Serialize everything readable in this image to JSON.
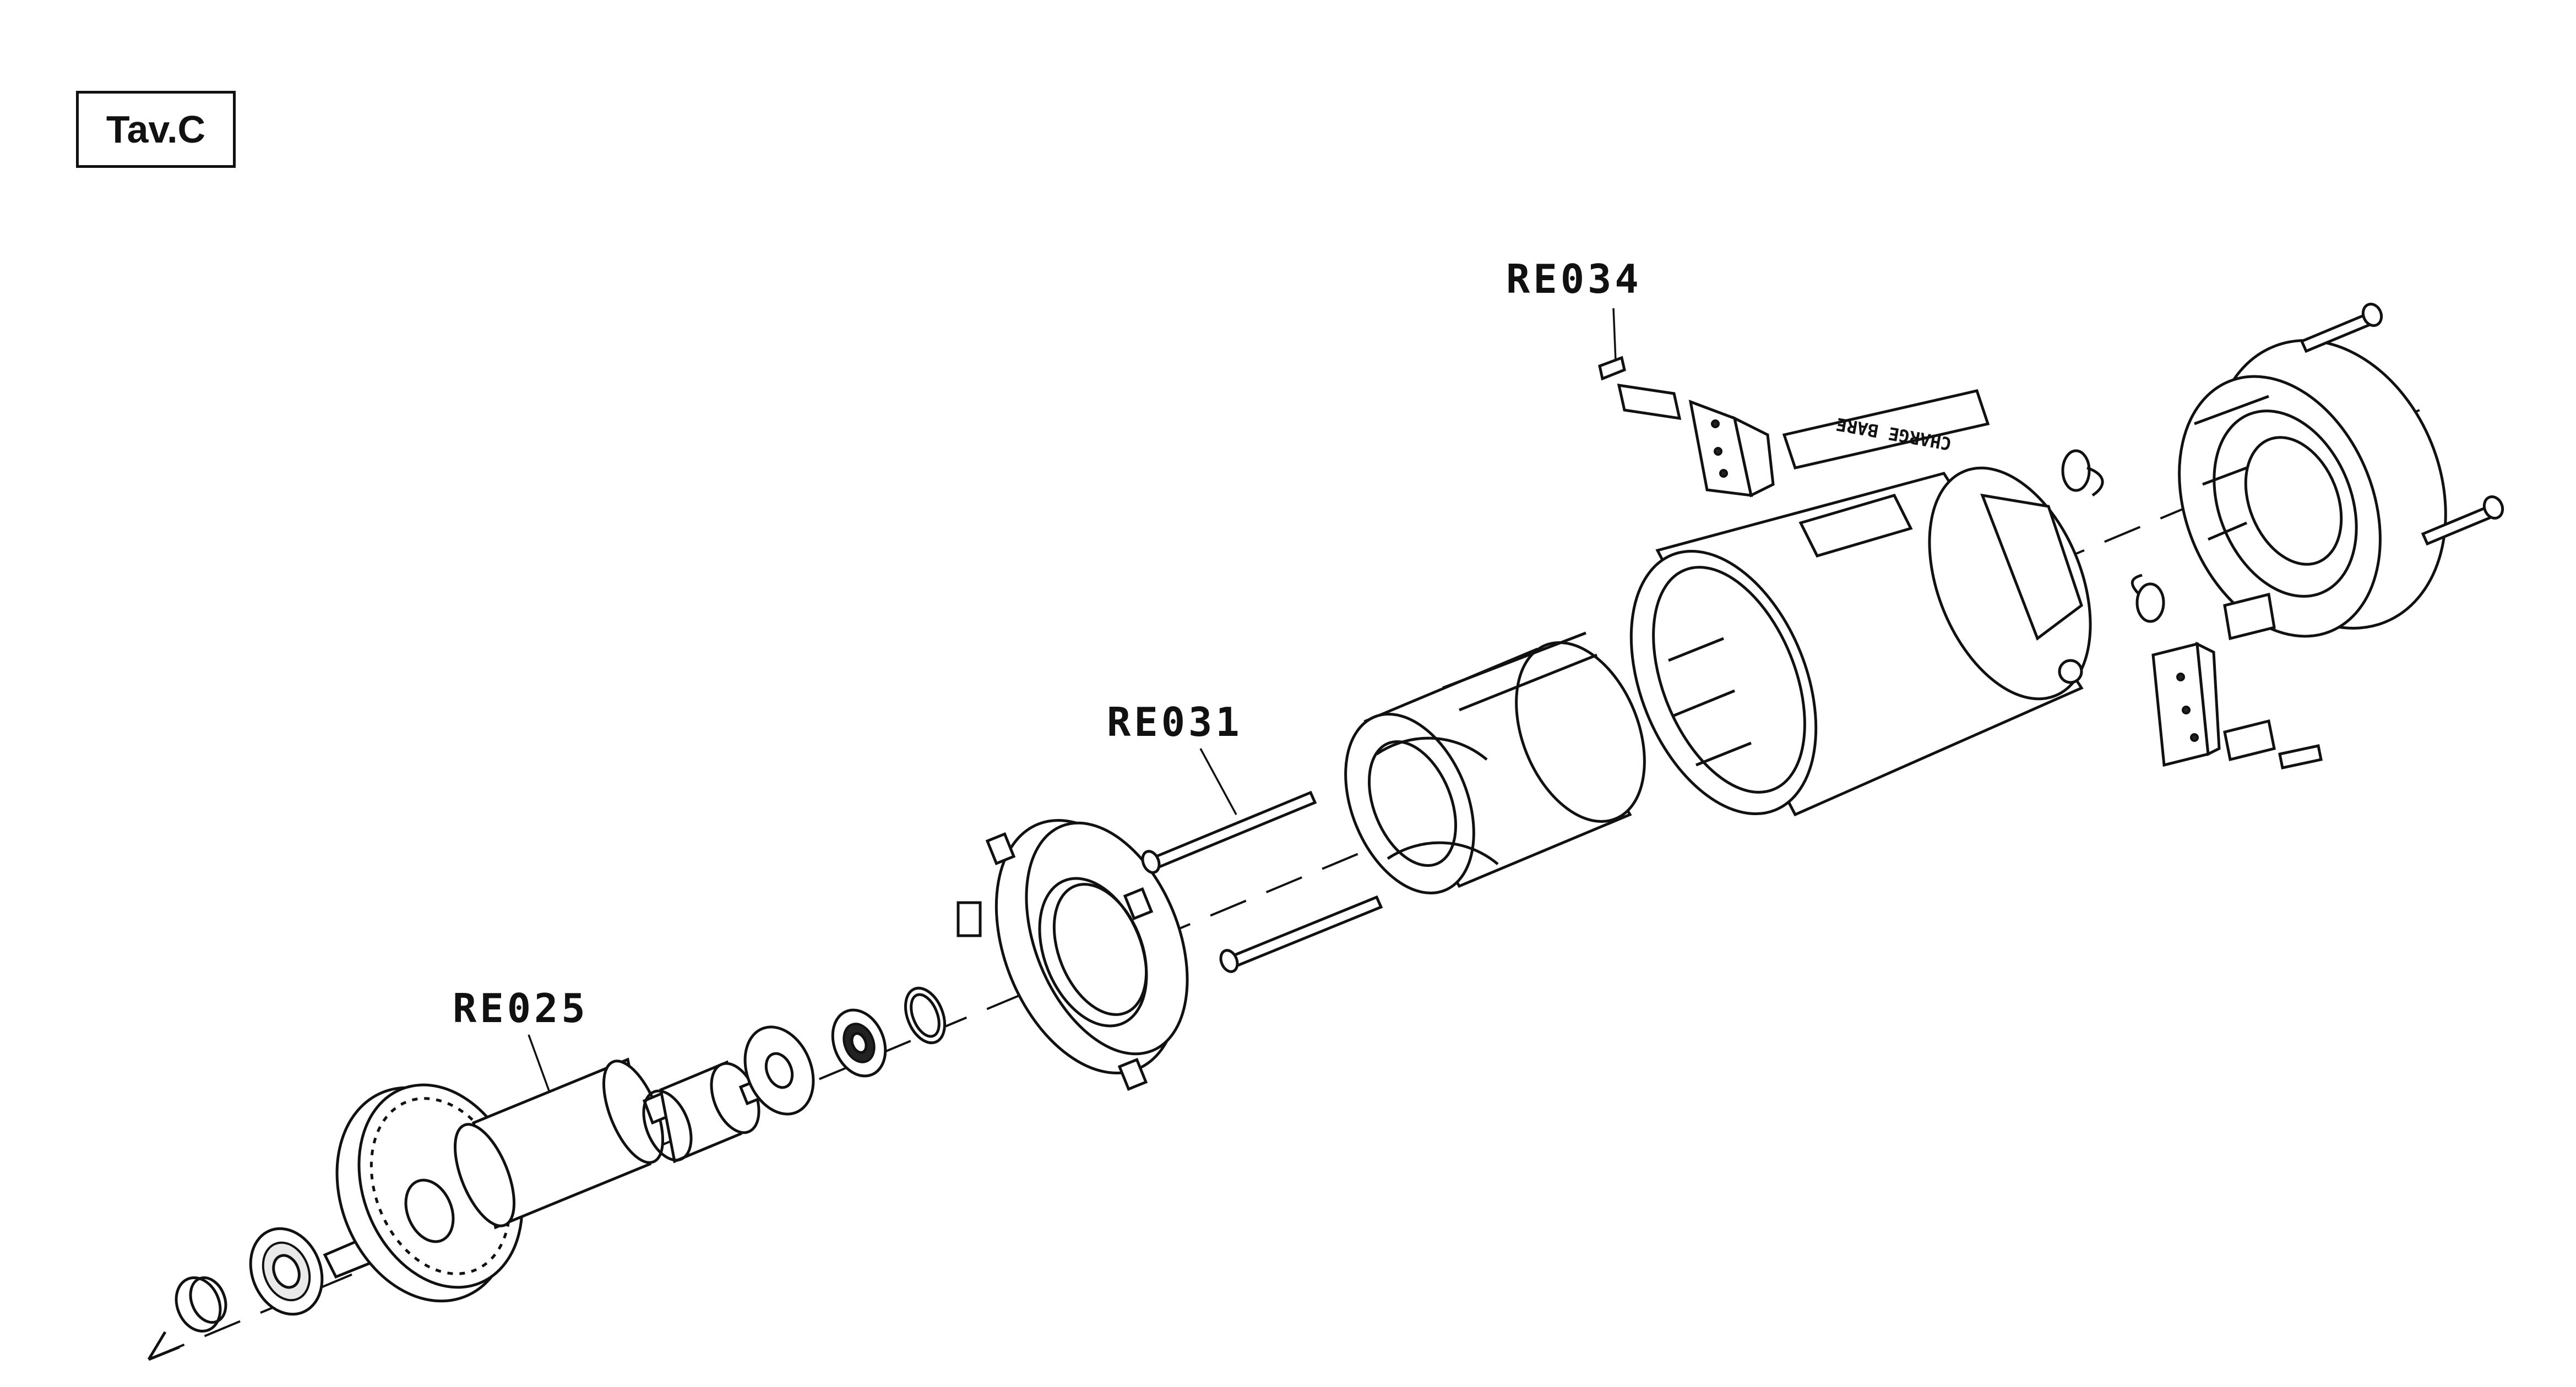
{
  "table_label": "Tav.C",
  "callouts": {
    "re034": "RE034",
    "re031": "RE031",
    "re025": "RE025"
  },
  "label_plate": "CHARGE BARE"
}
